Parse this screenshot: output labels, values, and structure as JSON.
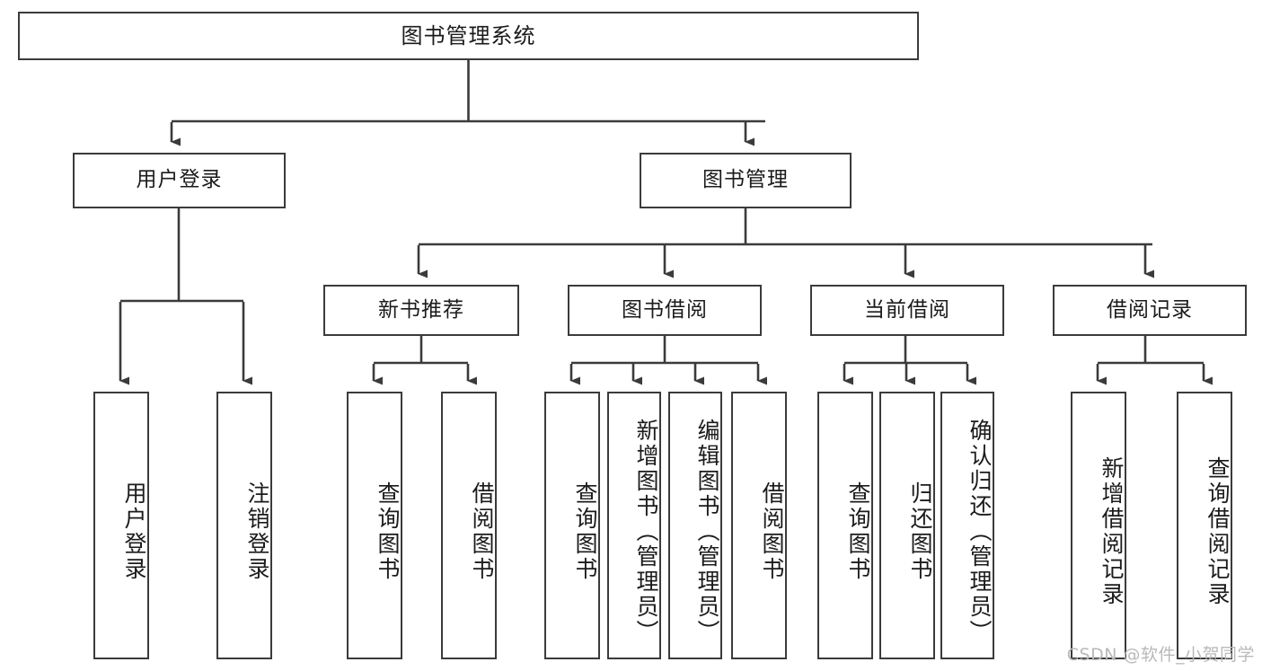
{
  "diagram": {
    "title": "图书管理系统",
    "type": "tree-flowchart",
    "root": {
      "id": "root",
      "label": "图书管理系统"
    },
    "level1": [
      {
        "id": "user-login",
        "label": "用户登录"
      },
      {
        "id": "book-manage",
        "label": "图书管理"
      }
    ],
    "level2": [
      {
        "id": "new-book-recommend",
        "label": "新书推荐"
      },
      {
        "id": "book-borrow",
        "label": "图书借阅"
      },
      {
        "id": "current-borrow",
        "label": "当前借阅"
      },
      {
        "id": "borrow-record",
        "label": "借阅记录"
      }
    ],
    "leaves": [
      {
        "id": "leaf-user-login",
        "label": "用户登录",
        "parent": "user-login"
      },
      {
        "id": "leaf-user-logout",
        "label": "注销登录",
        "parent": "user-login"
      },
      {
        "id": "leaf-query-book-1",
        "label": "查询图书",
        "parent": "new-book-recommend"
      },
      {
        "id": "leaf-borrow-book-1",
        "label": "借阅图书",
        "parent": "new-book-recommend"
      },
      {
        "id": "leaf-query-book-2",
        "label": "查询图书",
        "parent": "book-borrow"
      },
      {
        "id": "leaf-add-book",
        "label": "新增图书（管理员）",
        "parent": "book-borrow"
      },
      {
        "id": "leaf-edit-book",
        "label": "编辑图书（管理员）",
        "parent": "book-borrow"
      },
      {
        "id": "leaf-borrow-book-2",
        "label": "借阅图书",
        "parent": "book-borrow"
      },
      {
        "id": "leaf-query-book-3",
        "label": "查询图书",
        "parent": "current-borrow"
      },
      {
        "id": "leaf-return-book",
        "label": "归还图书",
        "parent": "current-borrow"
      },
      {
        "id": "leaf-confirm-return",
        "label": "确认归还（管理员）",
        "parent": "current-borrow"
      },
      {
        "id": "leaf-add-record",
        "label": "新增借阅记录",
        "parent": "borrow-record"
      },
      {
        "id": "leaf-query-record",
        "label": "查询借阅记录",
        "parent": "borrow-record"
      }
    ],
    "colors": {
      "stroke": "#3b3b3b",
      "text": "#1b1b1b",
      "background": "#ffffff",
      "watermark": "#b9b9b9"
    }
  },
  "watermark": {
    "text": "CSDN @软件_小贺同学"
  }
}
